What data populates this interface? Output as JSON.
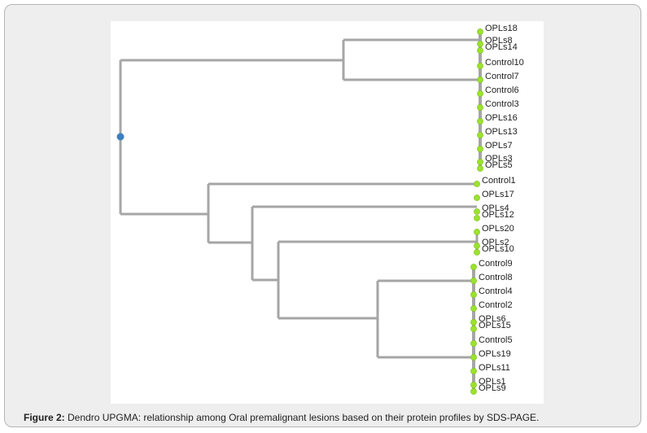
{
  "figure": {
    "caption_label": "Figure 2:",
    "caption_text": " Dendro UPGMA: relationship among Oral premalignant lesions based on their protein profiles by SDS-PAGE.",
    "branch_color": "#a6a6a6",
    "leaf_color": "#9be22d",
    "root_color": "#3c7fc0"
  },
  "dendrogram": {
    "leaves": [
      "OPLs18",
      "OPLs8",
      "OPLs14",
      "Control10",
      "Control7",
      "Control6",
      "Control3",
      "OPLs16",
      "OPLs13",
      "OPLs7",
      "OPLs3",
      "OPLs5",
      "Control1",
      "OPLs17",
      "OPLs4",
      "OPLs12",
      "OPLs20",
      "OPLs2",
      "OPLs10",
      "Control9",
      "Control8",
      "Control4",
      "Control2",
      "OPLs6",
      "OPLs15",
      "Control5",
      "OPLs19",
      "OPLs11",
      "OPLs1",
      "OPLs9"
    ]
  }
}
